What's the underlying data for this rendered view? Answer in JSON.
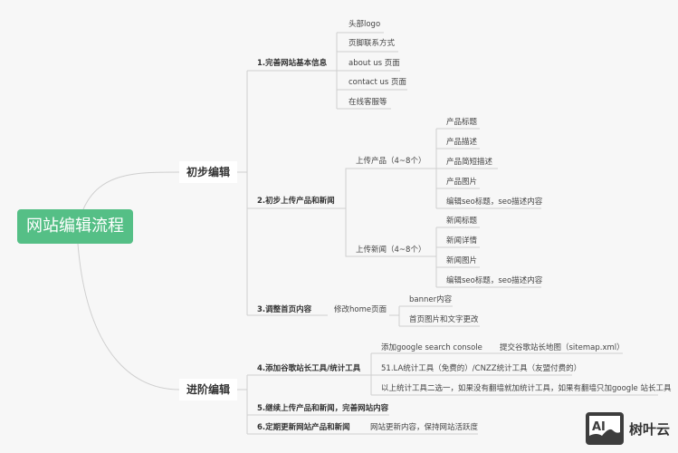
{
  "root": {
    "label": "网站编辑流程",
    "color": "#55bf86"
  },
  "branches": [
    {
      "label": "初步编辑",
      "children": [
        {
          "label": "1.完善网站基本信息",
          "children": [
            "头部logo",
            "页脚联系方式",
            "about us 页面",
            "contact us 页面",
            "在线客服等"
          ]
        },
        {
          "label": "2.初步上传产品和新闻",
          "children": [
            {
              "label": "上传产品（4~8个）",
              "children": [
                "产品标题",
                "产品描述",
                "产品简短描述",
                "产品图片",
                "编辑seo标题，seo描述内容"
              ]
            },
            {
              "label": "上传新闻（4~8个）",
              "children": [
                "新闻标题",
                "新闻详情",
                "新闻图片",
                "编辑seo标题，seo描述内容"
              ]
            }
          ]
        },
        {
          "label": "3.调整首页内容",
          "children": [
            {
              "label": "修改home页面",
              "children": [
                "banner内容",
                "首页图片和文字更改"
              ]
            }
          ]
        }
      ]
    },
    {
      "label": "进阶编辑",
      "children": [
        {
          "label": "4.添加谷歌站长工具/统计工具",
          "children": [
            {
              "label": "添加google search console",
              "children": [
                "提交谷歌站长地图（sitemap.xml）"
              ]
            },
            {
              "label": "51.LA统计工具（免费的）/CNZZ统计工具（友盟付费的）"
            },
            {
              "label": "以上统计工具二选一，如果没有翻墙就加统计工具，如果有翻墙只加google 站长工具"
            }
          ]
        },
        {
          "label": "5.继续上传产品和新闻，完善网站内容"
        },
        {
          "label": "6.定期更新网站产品和新闻",
          "children": [
            "网站更新内容，保持网站活跃度"
          ]
        }
      ]
    }
  ],
  "watermark": {
    "icon_text": "AI",
    "brand": "树叶云"
  }
}
